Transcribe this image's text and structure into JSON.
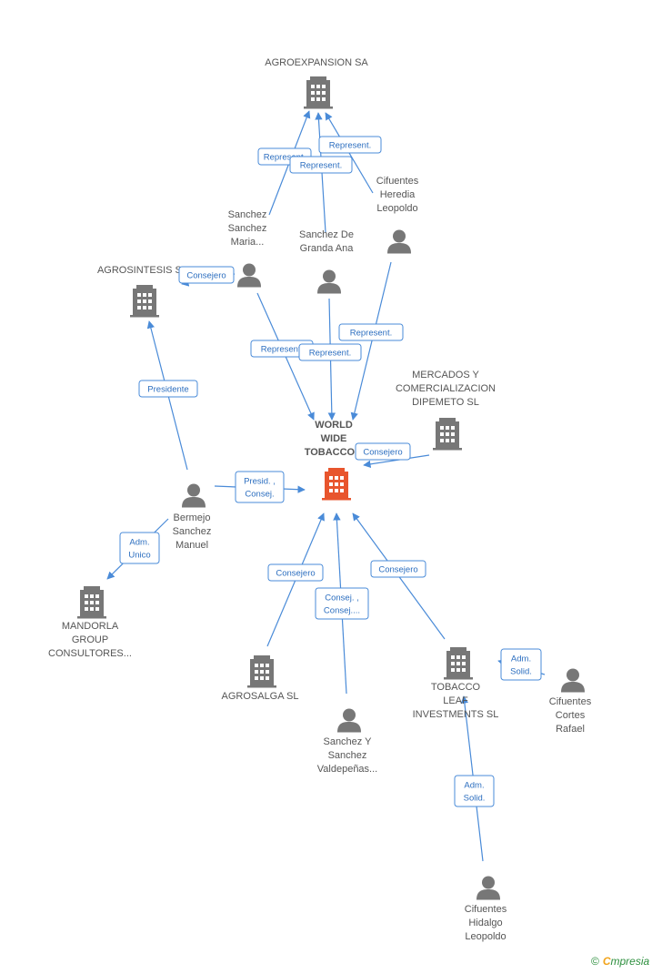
{
  "nodes": [
    {
      "id": "agroexpansion",
      "type": "company",
      "label": [
        "AGROEXPANSION SA"
      ]
    },
    {
      "id": "agrosintesis",
      "type": "company",
      "label": [
        "AGROSINTESIS S..."
      ]
    },
    {
      "id": "mercados",
      "type": "company",
      "label": [
        "MERCADOS Y",
        "COMERCIALIZACION",
        "DIPEMETO  SL"
      ]
    },
    {
      "id": "worldwide",
      "type": "company",
      "center": true,
      "label": [
        "WORLD",
        "WIDE",
        "TOBACCO..."
      ]
    },
    {
      "id": "mandorla",
      "type": "company",
      "label": [
        "MANDORLA",
        "GROUP",
        "CONSULTORES..."
      ]
    },
    {
      "id": "agrosalga",
      "type": "company",
      "label": [
        "AGROSALGA SL"
      ]
    },
    {
      "id": "tobaccoleaf",
      "type": "company",
      "label": [
        "TOBACCO",
        "LEAF",
        "INVESTMENTS SL"
      ]
    },
    {
      "id": "sanchezmaria",
      "type": "person",
      "label": [
        "Sanchez",
        "Sanchez",
        "Maria..."
      ]
    },
    {
      "id": "sanchezana",
      "type": "person",
      "label": [
        "Sanchez De",
        "Granda Ana"
      ]
    },
    {
      "id": "cifuentesheredia",
      "type": "person",
      "label": [
        "Cifuentes",
        "Heredia",
        "Leopoldo"
      ]
    },
    {
      "id": "bermejo",
      "type": "person",
      "label": [
        "Bermejo",
        "Sanchez",
        "Manuel"
      ]
    },
    {
      "id": "sanchezvaldepenas",
      "type": "person",
      "label": [
        "Sanchez Y",
        "Sanchez",
        "Valdepeñas..."
      ]
    },
    {
      "id": "cifuentescortes",
      "type": "person",
      "label": [
        "Cifuentes",
        "Cortes",
        "Rafael"
      ]
    },
    {
      "id": "cifueteshidalgo",
      "type": "person",
      "label": [
        "Cifuentes",
        "Hidalgo",
        "Leopoldo"
      ]
    }
  ],
  "edges": [
    {
      "from": "sanchezmaria",
      "to": "agroexpansion",
      "label": [
        "Represent."
      ]
    },
    {
      "from": "sanchezana",
      "to": "agroexpansion",
      "label": [
        "Represent."
      ]
    },
    {
      "from": "cifuentesheredia",
      "to": "agroexpansion",
      "label": [
        "Represent."
      ]
    },
    {
      "from": "sanchezmaria",
      "to": "agrosintesis",
      "label": [
        "Consejero"
      ]
    },
    {
      "from": "sanchezmaria",
      "to": "worldwide",
      "label": [
        "Represent."
      ]
    },
    {
      "from": "sanchezana",
      "to": "worldwide",
      "label": [
        "Represent."
      ]
    },
    {
      "from": "cifuentesheredia",
      "to": "worldwide",
      "label": [
        "Represent."
      ]
    },
    {
      "from": "mercados",
      "to": "worldwide",
      "label": [
        "Consejero"
      ]
    },
    {
      "from": "bermejo",
      "to": "agrosintesis",
      "label": [
        "Presidente"
      ]
    },
    {
      "from": "bermejo",
      "to": "worldwide",
      "label": [
        "Presid. ,",
        "Consej."
      ]
    },
    {
      "from": "bermejo",
      "to": "mandorla",
      "label": [
        "Adm.",
        "Unico"
      ]
    },
    {
      "from": "agrosalga",
      "to": "worldwide",
      "label": [
        "Consejero"
      ]
    },
    {
      "from": "sanchezvaldepenas",
      "to": "worldwide",
      "label": [
        "Consej. ,",
        "Consej...."
      ]
    },
    {
      "from": "tobaccoleaf",
      "to": "worldwide",
      "label": [
        "Consejero"
      ]
    },
    {
      "from": "cifuentescortes",
      "to": "tobaccoleaf",
      "label": [
        "Adm.",
        "Solid."
      ]
    },
    {
      "from": "cifueteshidalgo",
      "to": "tobaccoleaf",
      "label": [
        "Adm.",
        "Solid."
      ]
    }
  ],
  "colors": {
    "edge": "#4a8bd8",
    "edge_text": "#2d6fc0",
    "node_icon": "#777777",
    "center_icon": "#e8552d",
    "label": "#555555"
  },
  "footer": {
    "copyright": "©",
    "brand_initial": "C",
    "brand_rest": "mpresia"
  }
}
